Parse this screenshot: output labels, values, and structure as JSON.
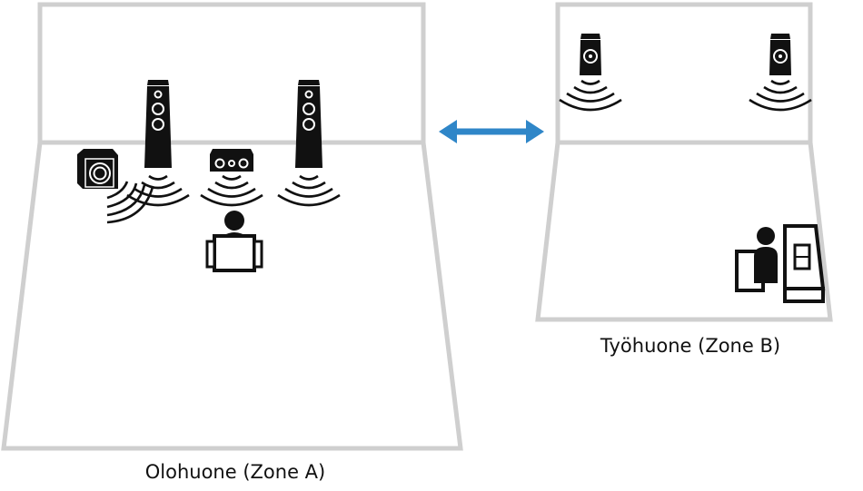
{
  "zones": [
    {
      "id": "A",
      "label": "Olohuone (Zone A)"
    },
    {
      "id": "B",
      "label": "Työhuone (Zone B)"
    }
  ],
  "link": {
    "icon": "double-arrow-icon",
    "color": "#2f86c8"
  },
  "colors": {
    "wall": "#cfcfcf",
    "icon": "#111111"
  }
}
